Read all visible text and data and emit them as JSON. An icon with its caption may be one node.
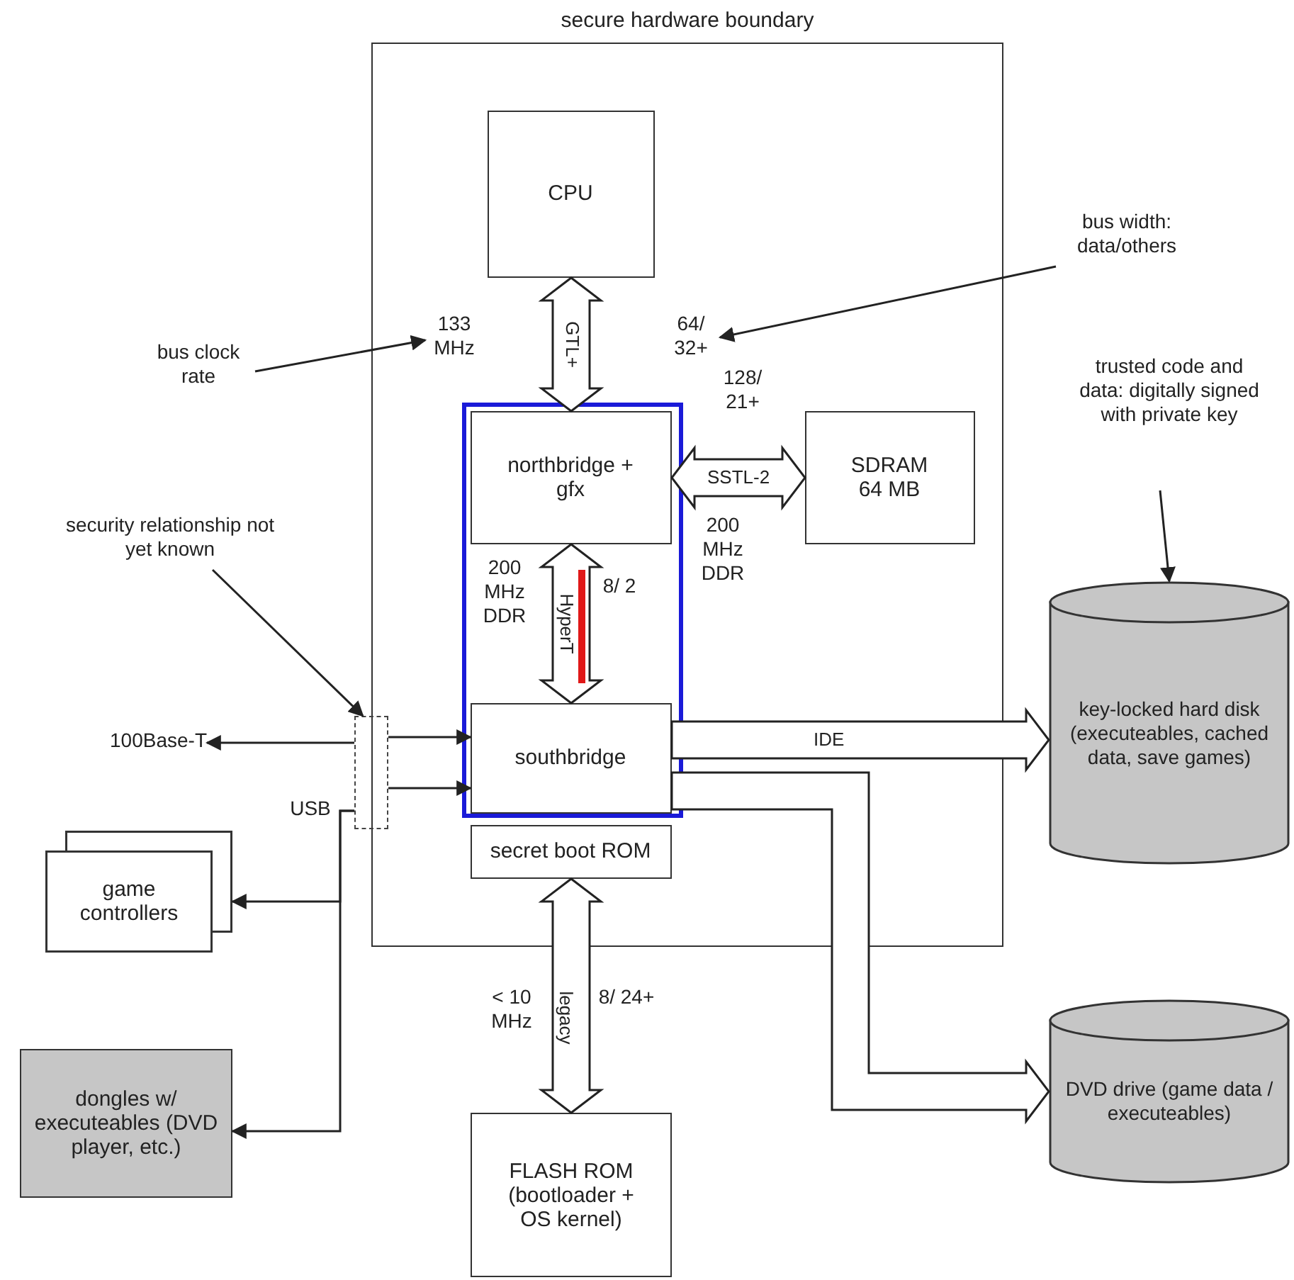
{
  "diagram": {
    "nodes": [
      {
        "text": [
          "secure hardware boundary"
        ]
      },
      {
        "text": [],
        "shape": "box",
        "in": 0
      },
      {
        "text": [
          "CPU"
        ],
        "in": 0
      },
      {
        "text": [
          "133 MHz"
        ],
        "in": 0
      },
      {
        "text": [
          "64/ 32+"
        ],
        "in": 0
      },
      {
        "text": [
          "northbridge + gfx"
        ],
        "in": 1
      },
      {
        "text": [
          "SDRAM 64 MB"
        ],
        "in": 0
      },
      {
        "text": [
          "southbridge"
        ],
        "in": 1
      },
      {
        "text": [
          "secret boot ROM"
        ],
        "in": 0
      },
      {
        "text": [
          "FLASH ROM (bootloader + OS kernel)"
        ]
      },
      {
        "text": [
          "key-locked hard disk (executeables, cached data, save games)"
        ]
      },
      {
        "text": [
          "DVD drive (game data / executeables)"
        ]
      },
      {
        "text": [],
        "shape": "box"
      },
      {
        "text": [
          "100Base-T"
        ]
      },
      {
        "text": [
          "game controllers"
        ]
      },
      {
        "text": [
          "dongles w/ executeables (DVD player, etc.)"
        ]
      },
      {
        "text": [
          "bus clock rate"
        ]
      },
      {
        "text": [
          "bus width: data/others"
        ]
      },
      {
        "text": [
          "security relationship not yet known"
        ]
      },
      {
        "text": [
          "trusted code and data: digitally signed with private key"
        ]
      }
    ],
    "edges": [
      {
        "from": 2,
        "to": 5,
        "arrow": "both",
        "label": "GTL+",
        "style": "thick"
      },
      {
        "from": 5,
        "to": 6,
        "arrow": "both",
        "label": "SSTL-2",
        "style": "thick"
      },
      {
        "from": 5,
        "to": 7,
        "arrow": "both",
        "label": "HyperT",
        "style": "thick"
      },
      {
        "from": 8,
        "to": 9,
        "arrow": "both",
        "label": "legacy",
        "style": "thick"
      },
      {
        "from": 7,
        "to": 10,
        "arrow": "to",
        "label": "IDE",
        "style": "thick"
      },
      {
        "from": 7,
        "to": 11,
        "arrow": "to",
        "style": "thick"
      },
      {
        "from": 12,
        "to": 7,
        "arrow": "to"
      },
      {
        "from": 12,
        "to": 7,
        "arrow": "to"
      },
      {
        "from": 12,
        "to": 13,
        "arrow": "to"
      },
      {
        "from": 12,
        "to": 14,
        "arrow": "to"
      },
      {
        "from": 12,
        "to": 15,
        "arrow": "to"
      },
      {
        "from": 16,
        "to": 3,
        "arrow": "to"
      },
      {
        "from": 17,
        "to": 4,
        "arrow": "to"
      },
      {
        "from": 18,
        "to": 12,
        "arrow": "to"
      },
      {
        "from": 19,
        "to": 10,
        "arrow": "to"
      }
    ],
    "labels": [
      "128/ 21+",
      "200 MHz DDR",
      "200 MHz DDR",
      "8/ 2",
      "USB",
      "< 10 MHz",
      "8/ 24+"
    ]
  }
}
